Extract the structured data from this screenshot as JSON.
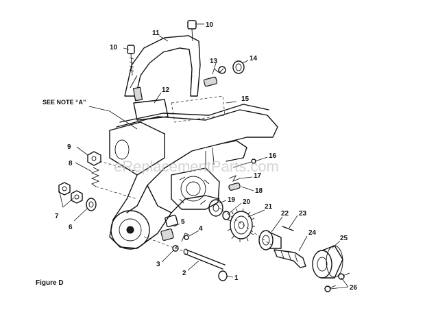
{
  "watermark": "eReplacementParts.com",
  "note": "SEE NOTE “A”",
  "figure_label": "Figure D",
  "callouts": {
    "p1": "1",
    "p2": "2",
    "p3": "3",
    "p4": "4",
    "p5": "5",
    "p6": "6",
    "p7": "7",
    "p8": "8",
    "p9": "9",
    "p10a": "10",
    "p10b": "10",
    "p11": "11",
    "p12": "12",
    "p13": "13",
    "p14": "14",
    "p15": "15",
    "p16": "16",
    "p17": "17",
    "p18": "18",
    "p19": "19",
    "p20": "20",
    "p21": "21",
    "p22": "22",
    "p23": "23",
    "p24": "24",
    "p25": "25",
    "p26": "26"
  }
}
